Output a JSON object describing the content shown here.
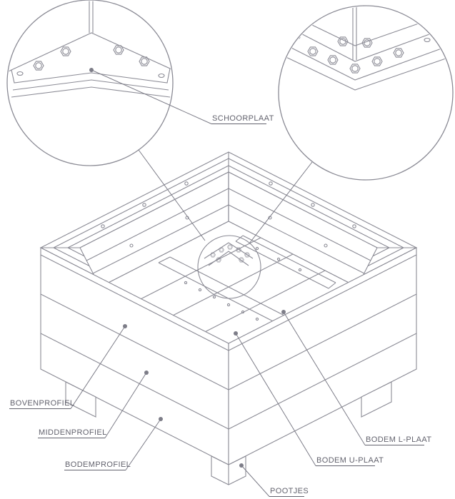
{
  "diagram": {
    "title": "Planter assembly technical drawing",
    "labels": {
      "schoorplaat": "SCHOORPLAAT",
      "bovenprofiel": "BOVENPROFIEL",
      "middenprofiel": "MIDDENPROFIEL",
      "bodemprofiel": "BODEMPROFIEL",
      "pootjes": "POOTJES",
      "bodem_u_plaat": "BODEM U-PLAAT",
      "bodem_l_plaat": "BODEM L-PLAAT"
    },
    "colors": {
      "line": "#8b8b95",
      "leader": "#7d7d88",
      "text": "#63636e",
      "background": "#ffffff"
    }
  }
}
